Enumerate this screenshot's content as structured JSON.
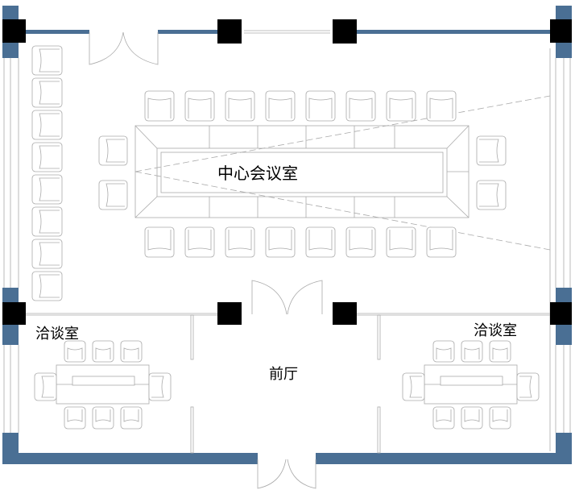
{
  "rooms": {
    "central_meeting_room": "中心会议室",
    "negotiation_room_left": "洽谈室",
    "negotiation_room_right": "洽谈室",
    "lobby": "前厅"
  },
  "colors": {
    "wall": "#4a6f94",
    "pillar": "#000000",
    "line": "#aaaaaa"
  }
}
